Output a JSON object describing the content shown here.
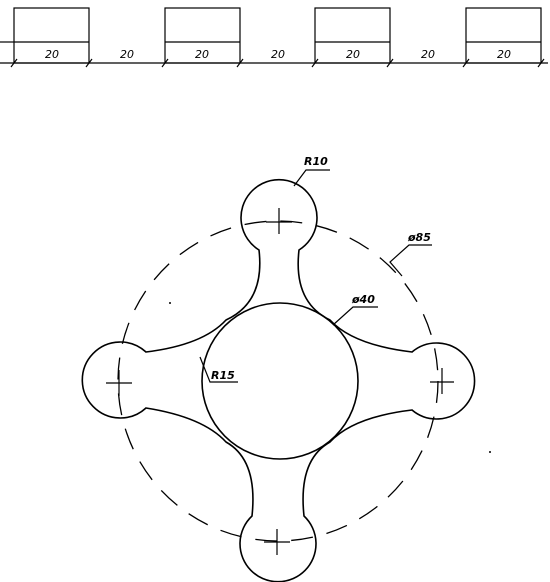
{
  "dimensions": {
    "spacing_labels": [
      "20",
      "20",
      "20",
      "20",
      "20",
      "20",
      "20"
    ]
  },
  "labels": {
    "lobe_radius": "R10",
    "pitch_circle": "ø85",
    "center_circle": "ø40",
    "fillet_radius": "R15"
  }
}
